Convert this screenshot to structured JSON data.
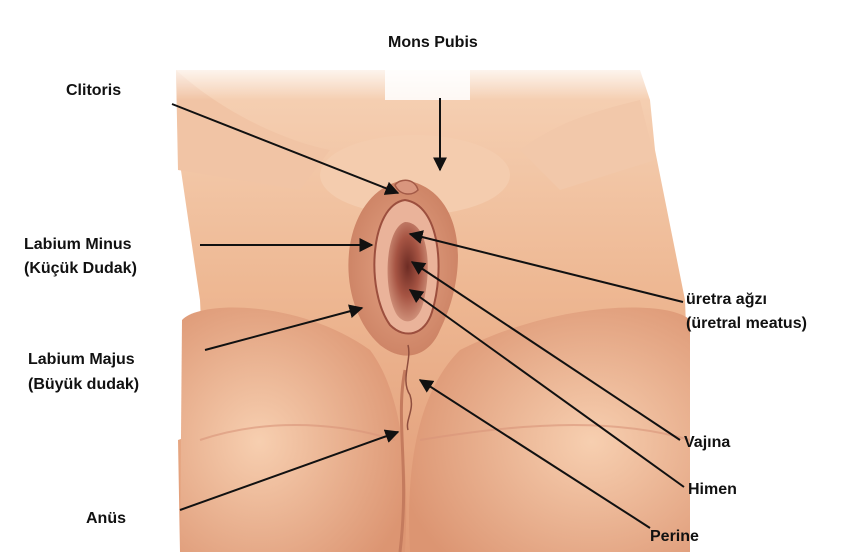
{
  "labels": {
    "mons_pubis": "Mons Pubis",
    "clitoris": "Clitoris",
    "labium_minus": "Labium Minus",
    "labium_minus_tr": "(Küçük Dudak)",
    "labium_majus": "Labium Majus",
    "labium_majus_tr": "(Büyük dudak)",
    "anus": "Anüs",
    "uretra": "üretra ağzı",
    "uretra_tr": "(üretral meatus)",
    "vajina": "Vajına",
    "himen": "Himen",
    "perine": "Perine"
  },
  "colors": {
    "skin_light": "#f3c7a6",
    "skin_mid": "#e2a27c",
    "skin_dark": "#b86c4f",
    "inner_pink": "#d38d78",
    "inner_dark": "#8a3f33",
    "arrow": "#111111"
  }
}
